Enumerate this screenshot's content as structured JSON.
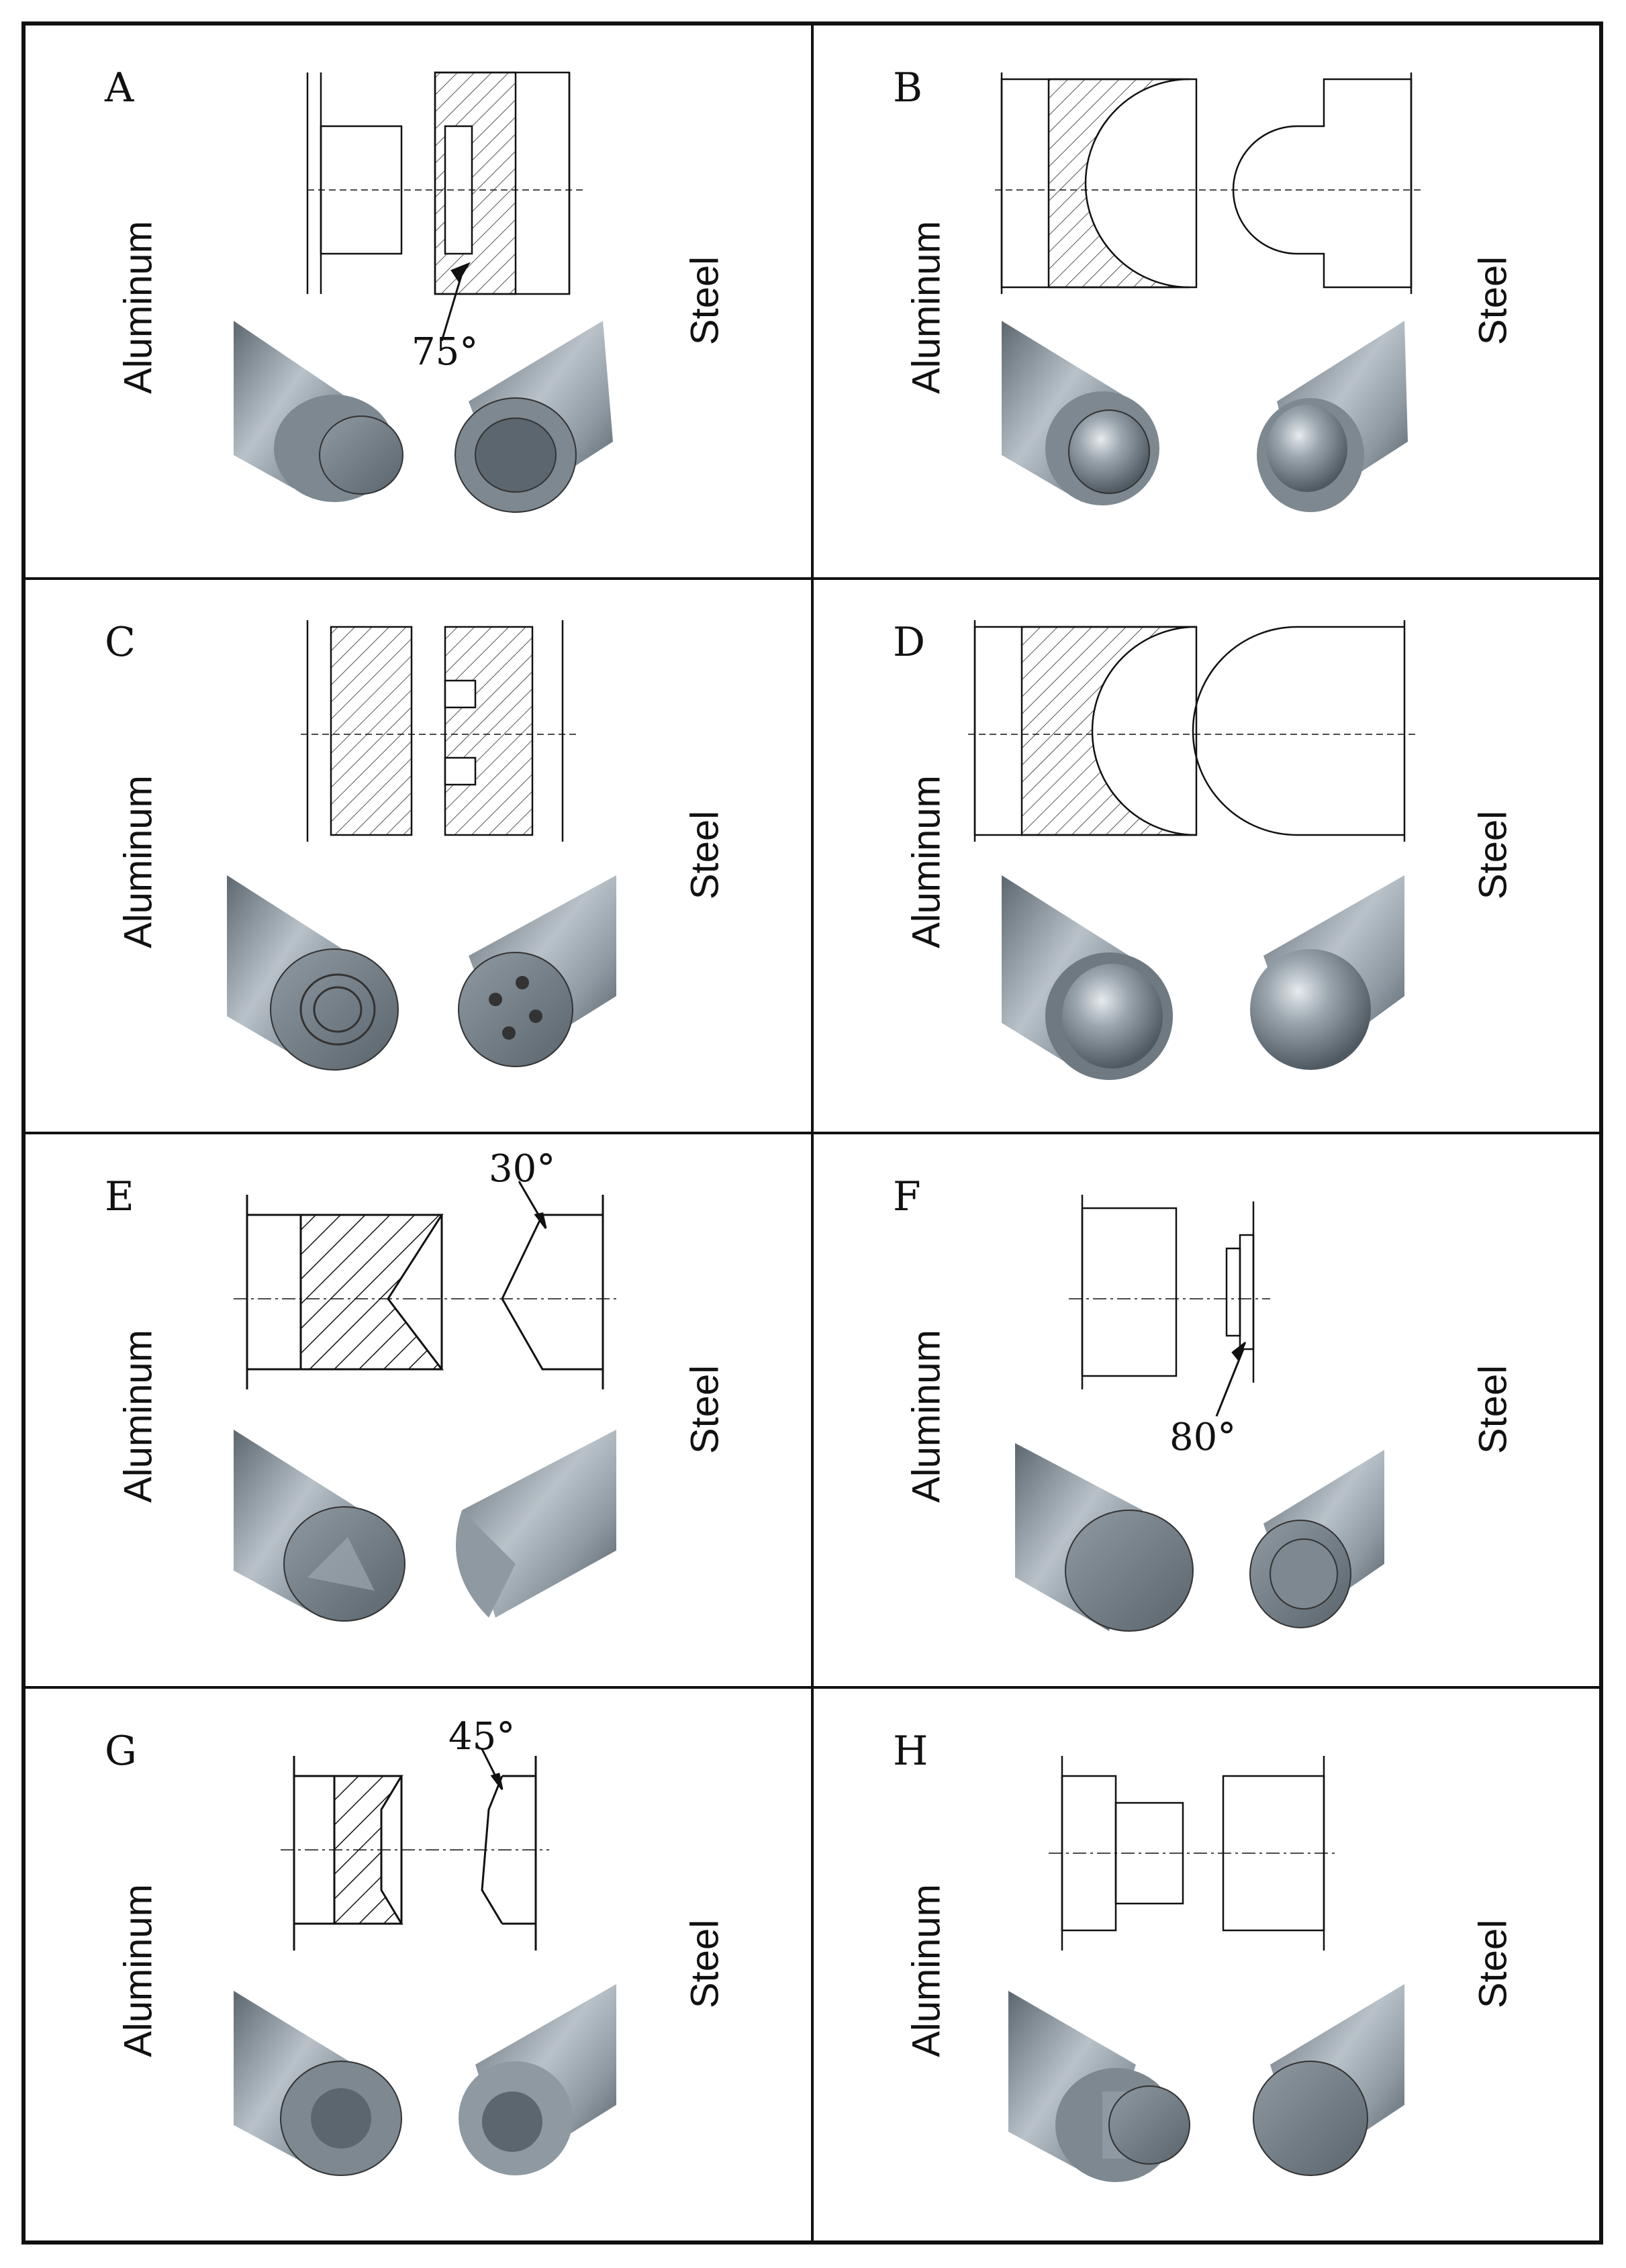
{
  "cells": [
    {
      "letter": "A",
      "left_material": "Aluminum",
      "right_material": "Steel",
      "angle": "75°"
    },
    {
      "letter": "B",
      "left_material": "Aluminum",
      "right_material": "Steel"
    },
    {
      "letter": "C",
      "left_material": "Aluminum",
      "right_material": "Steel"
    },
    {
      "letter": "D",
      "left_material": "Aluminum",
      "right_material": "Steel"
    },
    {
      "letter": "E",
      "left_material": "Aluminum",
      "right_material": "Steel",
      "angle": "30°"
    },
    {
      "letter": "F",
      "left_material": "Aluminum",
      "right_material": "Steel",
      "angle": "80°"
    },
    {
      "letter": "G",
      "left_material": "Aluminum",
      "right_material": "Steel",
      "angle": "45°"
    },
    {
      "letter": "H",
      "left_material": "Aluminum",
      "right_material": "Steel"
    }
  ]
}
